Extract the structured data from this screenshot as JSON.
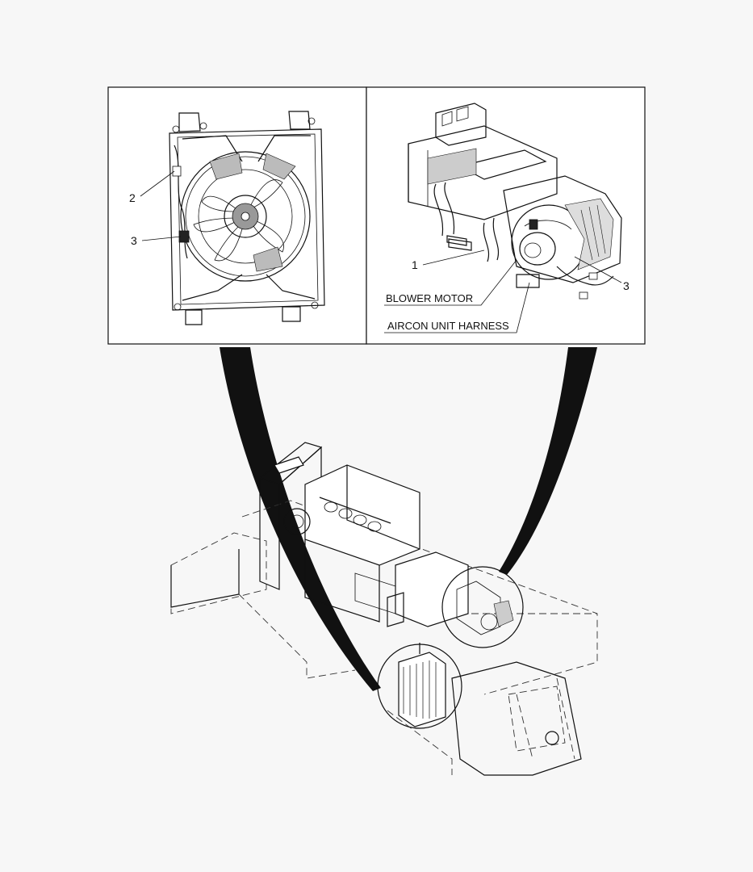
{
  "callouts": {
    "left_panel": {
      "item_2": "2",
      "item_3": "3"
    },
    "right_panel": {
      "item_1": "1",
      "item_3": "3",
      "blower_motor": "BLOWER MOTOR",
      "aircon_unit_harness": "AIRCON UNIT HARNESS"
    }
  }
}
